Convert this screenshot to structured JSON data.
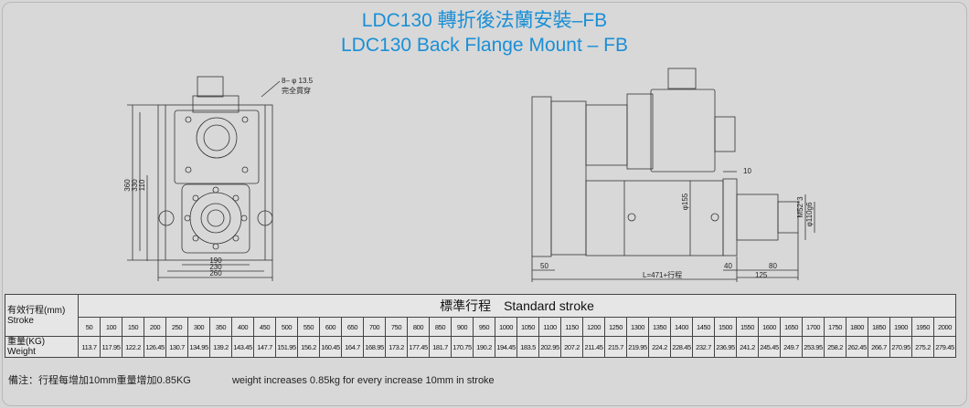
{
  "title_zh": "LDC130 轉折後法蘭安裝–FB",
  "title_en": "LDC130 Back Flange Mount – FB",
  "front_view": {
    "hole_note_1": "8– φ 13.5",
    "hole_note_2": "完全貫穿",
    "dims": [
      "360",
      "330",
      "110",
      "190",
      "230",
      "260"
    ]
  },
  "side_view": {
    "dims": [
      "10",
      "φ155",
      "M52*3",
      "φ110g6",
      "50",
      "L=471+行程",
      "40",
      "80",
      "125"
    ]
  },
  "table": {
    "stroke_label_zh": "有效行程(mm)",
    "stroke_label_en": "Stroke",
    "header": "標準行程　Standard stroke",
    "weight_label_zh": "重量(KG)",
    "weight_label_en": "Weight",
    "strokes": [
      "50",
      "100",
      "150",
      "200",
      "250",
      "300",
      "350",
      "400",
      "450",
      "500",
      "550",
      "600",
      "650",
      "700",
      "750",
      "800",
      "850",
      "900",
      "950",
      "1000",
      "1050",
      "1100",
      "1150",
      "1200",
      "1250",
      "1300",
      "1350",
      "1400",
      "1450",
      "1500",
      "1550",
      "1600",
      "1650",
      "1700",
      "1750",
      "1800",
      "1850",
      "1900",
      "1950",
      "2000"
    ],
    "weights": [
      "113.7",
      "117.95",
      "122.2",
      "126.45",
      "130.7",
      "134.95",
      "139.2",
      "143.45",
      "147.7",
      "151.95",
      "156.2",
      "160.45",
      "164.7",
      "168.95",
      "173.2",
      "177.45",
      "181.7",
      "170.75",
      "190.2",
      "194.45",
      "183.5",
      "202.95",
      "207.2",
      "211.45",
      "215.7",
      "219.95",
      "224.2",
      "228.45",
      "232.7",
      "236.95",
      "241.2",
      "245.45",
      "249.7",
      "253.95",
      "258.2",
      "262.45",
      "266.7",
      "270.95",
      "275.2",
      "279.45"
    ]
  },
  "note": {
    "zh": "備注：行程每增加10mm重量增加0.85KG",
    "en": "weight increases 0.85kg for every increase 10mm in stroke"
  }
}
